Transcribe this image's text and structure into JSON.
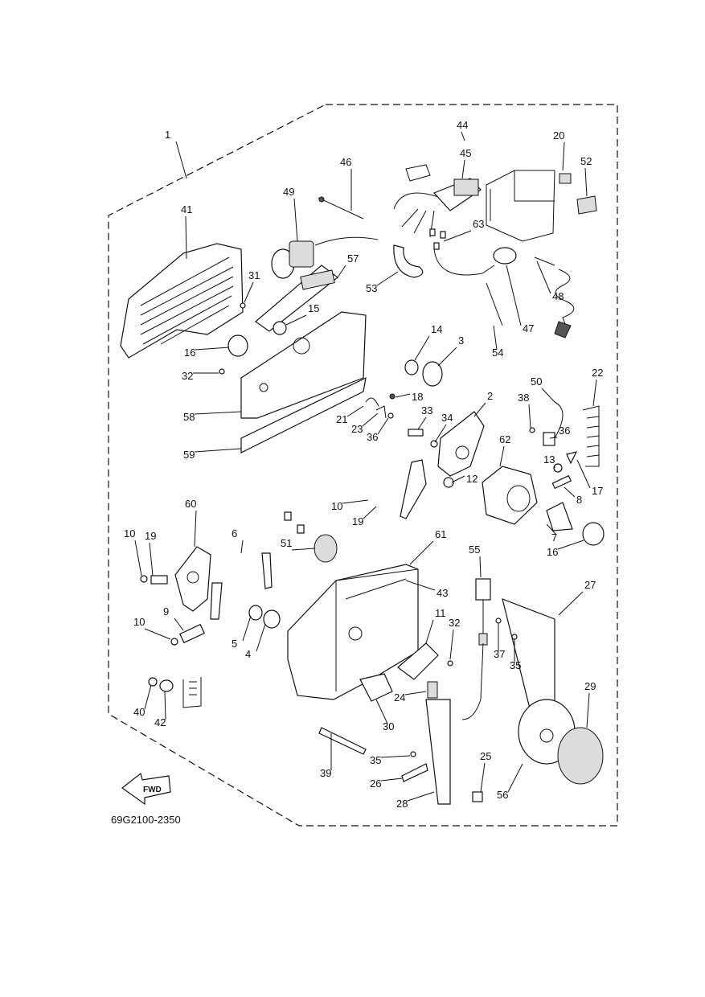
{
  "diagram": {
    "drawing_code": "69G2100-2350",
    "direction_label": "FWD",
    "callouts": [
      {
        "id": "c1",
        "text": "1"
      },
      {
        "id": "c2",
        "text": "2"
      },
      {
        "id": "c3",
        "text": "3"
      },
      {
        "id": "c4",
        "text": "4"
      },
      {
        "id": "c5",
        "text": "5"
      },
      {
        "id": "c6",
        "text": "6"
      },
      {
        "id": "c7",
        "text": "7"
      },
      {
        "id": "c8",
        "text": "8"
      },
      {
        "id": "c9",
        "text": "9"
      },
      {
        "id": "c10a",
        "text": "10"
      },
      {
        "id": "c10b",
        "text": "10"
      },
      {
        "id": "c10c",
        "text": "10"
      },
      {
        "id": "c11",
        "text": "11"
      },
      {
        "id": "c12",
        "text": "12"
      },
      {
        "id": "c13",
        "text": "13"
      },
      {
        "id": "c14",
        "text": "14"
      },
      {
        "id": "c15",
        "text": "15"
      },
      {
        "id": "c16a",
        "text": "16"
      },
      {
        "id": "c16b",
        "text": "16"
      },
      {
        "id": "c17",
        "text": "17"
      },
      {
        "id": "c18",
        "text": "18"
      },
      {
        "id": "c19a",
        "text": "19"
      },
      {
        "id": "c19b",
        "text": "19"
      },
      {
        "id": "c20",
        "text": "20"
      },
      {
        "id": "c21",
        "text": "21"
      },
      {
        "id": "c22",
        "text": "22"
      },
      {
        "id": "c23",
        "text": "23"
      },
      {
        "id": "c24",
        "text": "24"
      },
      {
        "id": "c25",
        "text": "25"
      },
      {
        "id": "c26",
        "text": "26"
      },
      {
        "id": "c27",
        "text": "27"
      },
      {
        "id": "c28",
        "text": "28"
      },
      {
        "id": "c29",
        "text": "29"
      },
      {
        "id": "c30",
        "text": "30"
      },
      {
        "id": "c31",
        "text": "31"
      },
      {
        "id": "c32a",
        "text": "32"
      },
      {
        "id": "c32b",
        "text": "32"
      },
      {
        "id": "c33",
        "text": "33"
      },
      {
        "id": "c34",
        "text": "34"
      },
      {
        "id": "c35a",
        "text": "35"
      },
      {
        "id": "c35b",
        "text": "35"
      },
      {
        "id": "c36a",
        "text": "36"
      },
      {
        "id": "c36b",
        "text": "36"
      },
      {
        "id": "c37",
        "text": "37"
      },
      {
        "id": "c38",
        "text": "38"
      },
      {
        "id": "c39",
        "text": "39"
      },
      {
        "id": "c40",
        "text": "40"
      },
      {
        "id": "c41",
        "text": "41"
      },
      {
        "id": "c42",
        "text": "42"
      },
      {
        "id": "c43",
        "text": "43"
      },
      {
        "id": "c44",
        "text": "44"
      },
      {
        "id": "c45",
        "text": "45"
      },
      {
        "id": "c46",
        "text": "46"
      },
      {
        "id": "c47",
        "text": "47"
      },
      {
        "id": "c48",
        "text": "48"
      },
      {
        "id": "c49",
        "text": "49"
      },
      {
        "id": "c50",
        "text": "50"
      },
      {
        "id": "c51",
        "text": "51"
      },
      {
        "id": "c52",
        "text": "52"
      },
      {
        "id": "c53",
        "text": "53"
      },
      {
        "id": "c54",
        "text": "54"
      },
      {
        "id": "c55",
        "text": "55"
      },
      {
        "id": "c56",
        "text": "56"
      },
      {
        "id": "c57",
        "text": "57"
      },
      {
        "id": "c58",
        "text": "58"
      },
      {
        "id": "c59",
        "text": "59"
      },
      {
        "id": "c60",
        "text": "60"
      },
      {
        "id": "c61",
        "text": "61"
      },
      {
        "id": "c62",
        "text": "62"
      },
      {
        "id": "c63",
        "text": "63"
      }
    ]
  }
}
